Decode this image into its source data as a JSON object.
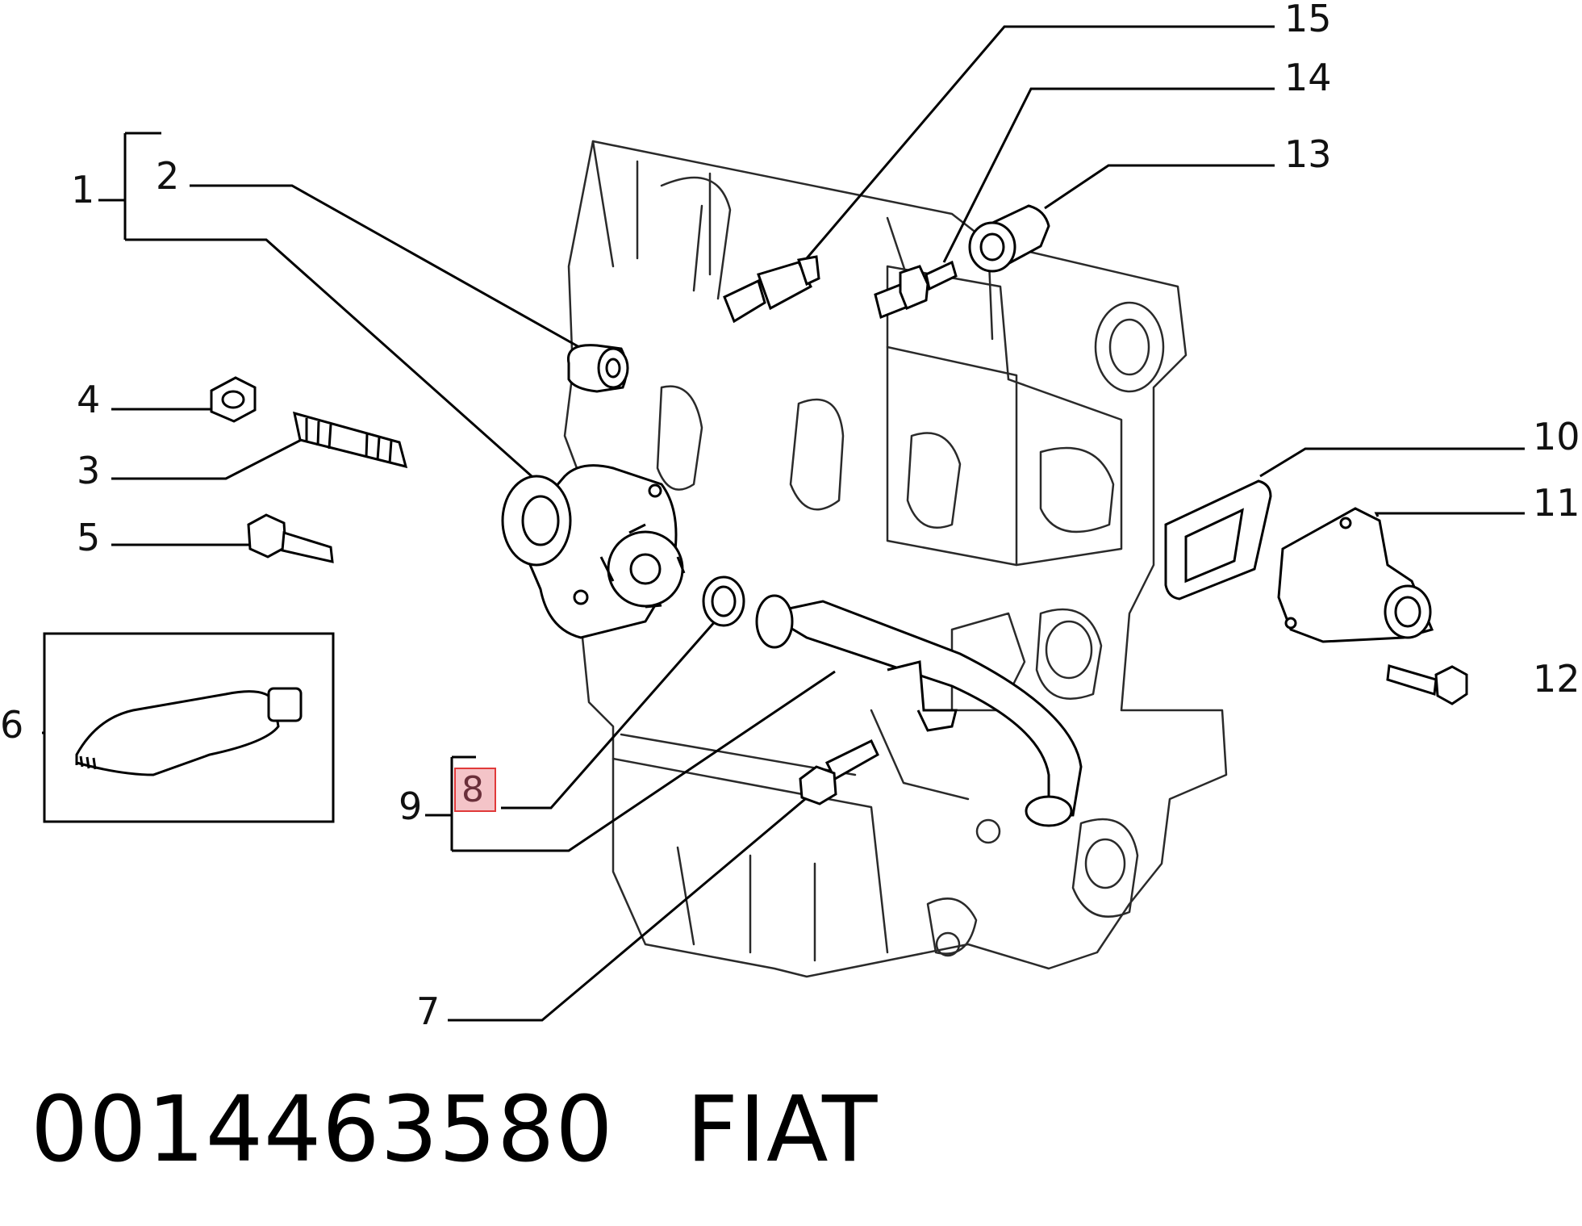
{
  "callouts": [
    "1",
    "2",
    "3",
    "4",
    "5",
    "6",
    "7",
    "8",
    "9",
    "10",
    "11",
    "12",
    "13",
    "14",
    "15"
  ],
  "highlighted_callout": "8",
  "caption": {
    "part_number": "0014463580",
    "brand": "FIAT"
  }
}
